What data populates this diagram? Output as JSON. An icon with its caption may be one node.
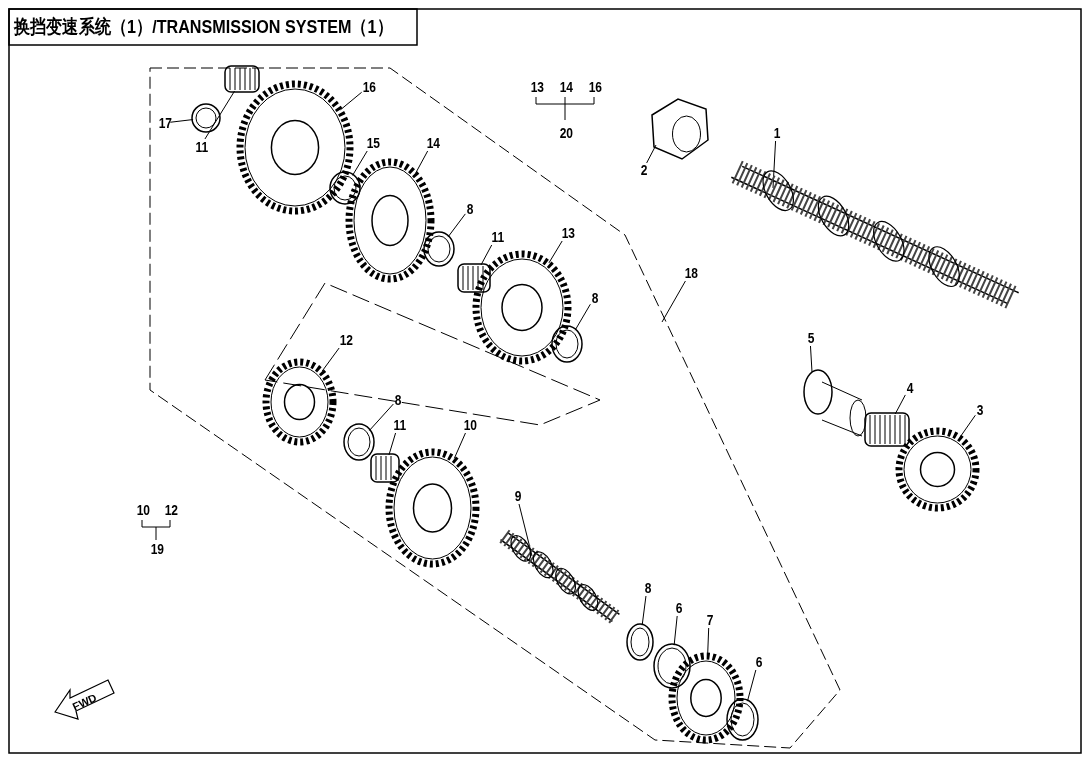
{
  "diagram": {
    "title": "换挡变速系统（1）/TRANSMISSION SYSTEM（1）",
    "nodes": [
      {
        "text": [
          "17"
        ]
      },
      {
        "text": [],
        "shape": "picture"
      },
      {
        "text": [
          "11"
        ]
      },
      {
        "text": [],
        "shape": "picture"
      },
      {
        "text": [
          "16"
        ]
      },
      {
        "text": [],
        "shape": "picture"
      },
      {
        "text": [
          "15"
        ]
      },
      {
        "text": [],
        "shape": "picture"
      },
      {
        "text": [
          "14"
        ]
      },
      {
        "text": [],
        "shape": "picture"
      },
      {
        "text": [
          "8"
        ]
      },
      {
        "text": [],
        "shape": "picture"
      },
      {
        "text": [
          "11"
        ]
      },
      {
        "text": [],
        "shape": "picture"
      },
      {
        "text": [
          "13"
        ]
      },
      {
        "text": [],
        "shape": "picture"
      },
      {
        "text": [
          "8"
        ]
      },
      {
        "text": [],
        "shape": "picture"
      },
      {
        "text": [
          "12"
        ]
      },
      {
        "text": [],
        "shape": "picture"
      },
      {
        "text": [
          "8"
        ]
      },
      {
        "text": [],
        "shape": "picture"
      },
      {
        "text": [
          "11"
        ]
      },
      {
        "text": [],
        "shape": "picture"
      },
      {
        "text": [
          "10"
        ]
      },
      {
        "text": [],
        "shape": "picture"
      },
      {
        "text": [
          "9"
        ]
      },
      {
        "text": [],
        "shape": "picture"
      },
      {
        "text": [
          "8"
        ]
      },
      {
        "text": [],
        "shape": "picture"
      },
      {
        "text": [
          "6"
        ]
      },
      {
        "text": [],
        "shape": "picture"
      },
      {
        "text": [
          "7"
        ]
      },
      {
        "text": [],
        "shape": "picture"
      },
      {
        "text": [
          "6"
        ]
      },
      {
        "text": [],
        "shape": "picture"
      },
      {
        "text": [
          "2"
        ]
      },
      {
        "text": [],
        "shape": "picture"
      },
      {
        "text": [
          "1"
        ]
      },
      {
        "text": [],
        "shape": "picture"
      },
      {
        "text": [
          "5"
        ]
      },
      {
        "text": [],
        "shape": "picture"
      },
      {
        "text": [
          "4"
        ]
      },
      {
        "text": [],
        "shape": "picture"
      },
      {
        "text": [
          "3"
        ]
      },
      {
        "text": [],
        "shape": "picture"
      },
      {
        "text": [
          "18"
        ]
      }
    ],
    "edges": [
      {
        "from": 0,
        "to": 1,
        "arrow": "none"
      },
      {
        "from": 2,
        "to": 3,
        "arrow": "none"
      },
      {
        "from": 4,
        "to": 5,
        "arrow": "none"
      },
      {
        "from": 6,
        "to": 7,
        "arrow": "none"
      },
      {
        "from": 8,
        "to": 9,
        "arrow": "none"
      },
      {
        "from": 10,
        "to": 11,
        "arrow": "none"
      },
      {
        "from": 12,
        "to": 13,
        "arrow": "none"
      },
      {
        "from": 14,
        "to": 15,
        "arrow": "none"
      },
      {
        "from": 16,
        "to": 17,
        "arrow": "none"
      },
      {
        "from": 18,
        "to": 19,
        "arrow": "none"
      },
      {
        "from": 20,
        "to": 21,
        "arrow": "none"
      },
      {
        "from": 22,
        "to": 23,
        "arrow": "none"
      },
      {
        "from": 24,
        "to": 25,
        "arrow": "none"
      },
      {
        "from": 26,
        "to": 27,
        "arrow": "none"
      },
      {
        "from": 28,
        "to": 29,
        "arrow": "none"
      },
      {
        "from": 30,
        "to": 31,
        "arrow": "none"
      },
      {
        "from": 32,
        "to": 33,
        "arrow": "none"
      },
      {
        "from": 34,
        "to": 35,
        "arrow": "none"
      },
      {
        "from": 36,
        "to": 37,
        "arrow": "none"
      },
      {
        "from": 38,
        "to": 39,
        "arrow": "none"
      },
      {
        "from": 40,
        "to": 41,
        "arrow": "none"
      },
      {
        "from": 42,
        "to": 43,
        "arrow": "none"
      },
      {
        "from": 44,
        "to": 45,
        "arrow": "none"
      },
      {
        "from": 46,
        "to": null,
        "arrow": "none"
      }
    ],
    "labels": [
      "13",
      "14",
      "16",
      "20",
      "10",
      "12",
      "19",
      "FWD"
    ]
  }
}
